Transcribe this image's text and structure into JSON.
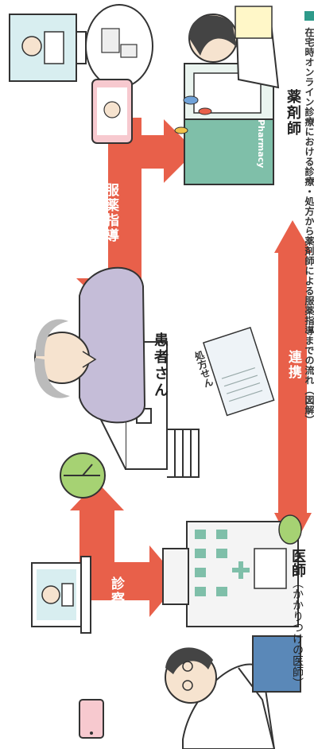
{
  "caption": "在宅時オンライン診療における診療・処方から薬剤師による服薬指導までの流れ（図解）",
  "labels": {
    "doctor": "医師",
    "doctor_sub": "（かかりつけの医師）",
    "patient": "患者さん",
    "pharmacist": "薬剤師"
  },
  "arrows": {
    "diagnosis": "診察・処方",
    "guidance": "服薬指導",
    "collaboration": "連携"
  },
  "prescription": "処方せん",
  "pharmacy_sign": "Pharmacy",
  "colors": {
    "accent_arrow": "#e8604a",
    "caption_mark": "#2e9a8a",
    "skin": "#f6e3cf",
    "clothing_patient": "#c5bdd8",
    "pharmacy_green": "#7fbfa9",
    "plant": "#a6d273"
  }
}
